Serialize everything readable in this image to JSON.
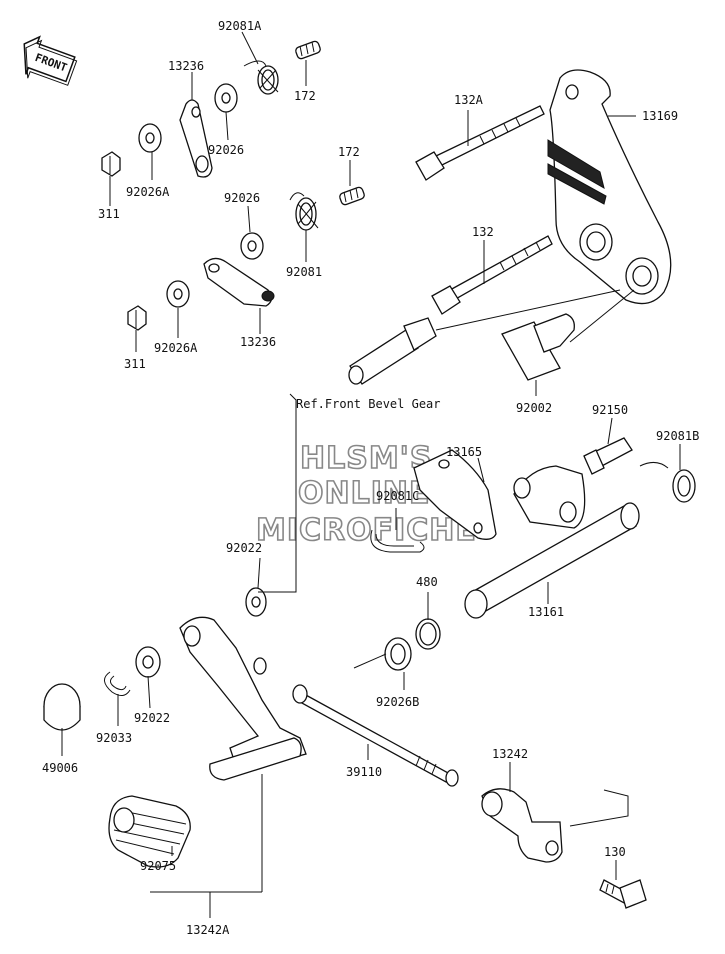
{
  "diagram": {
    "front_label": "FRONT",
    "reference_note": "Ref.Front Bevel Gear",
    "watermark": [
      "HLSM'S",
      "ONLINE",
      "MICROFICHE"
    ],
    "part_labels": {
      "p92081A": "92081A",
      "p13236a": "13236",
      "p172a": "172",
      "p92026a": "92026",
      "p92026Aa": "92026A",
      "p311a": "311",
      "p172b": "172",
      "p92026b": "92026",
      "p92081": "92081",
      "p311b": "311",
      "p92026Ab": "92026A",
      "p13236b": "13236",
      "p132A": "132A",
      "p13169": "13169",
      "p132": "132",
      "p92002": "92002",
      "p92150": "92150",
      "p92081B": "92081B",
      "p13165": "13165",
      "p92081C": "92081C",
      "p92022a": "92022",
      "p480": "480",
      "p13161": "13161",
      "p92026B": "92026B",
      "p92022b": "92022",
      "p92033": "92033",
      "p49006": "49006",
      "p39110": "39110",
      "p13242": "13242",
      "p130": "130",
      "p92075": "92075",
      "p13242A": "13242A"
    }
  }
}
